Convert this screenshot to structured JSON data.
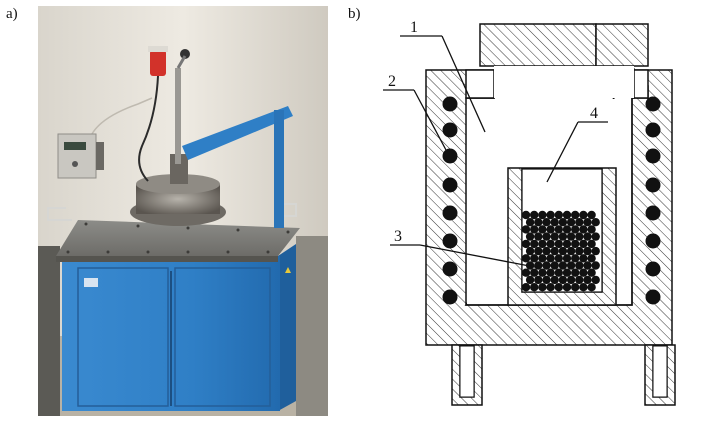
{
  "panels": {
    "a": {
      "label": "a)"
    },
    "b": {
      "label": "b)"
    }
  },
  "schematic": {
    "callouts": [
      "1",
      "2",
      "3",
      "4"
    ]
  },
  "colors": {
    "machine_blue": "#2f7fc6",
    "machine_blue_dark": "#1f5f9c",
    "wall_beige": "#e9e4d8",
    "hatch": "#333333",
    "ink": "#111111"
  }
}
